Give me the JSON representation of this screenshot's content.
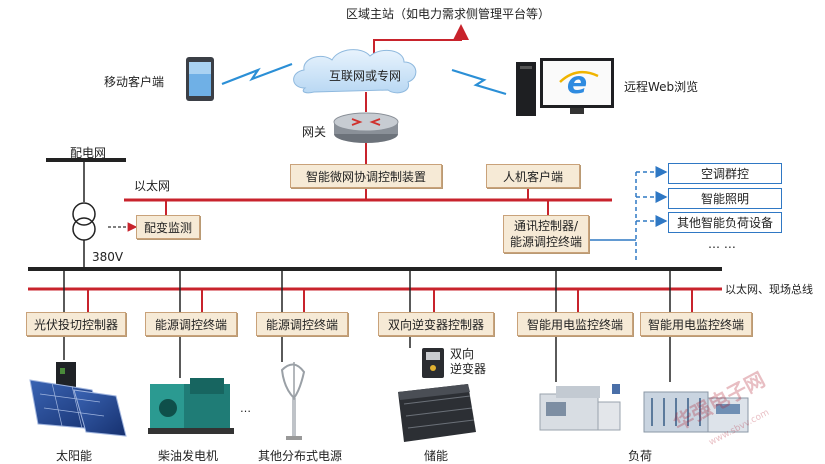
{
  "labels": {
    "region_station": "区域主站（如电力需求侧管理平台等）",
    "mobile_client": "移动客户端",
    "cloud": "互联网或专网",
    "remote_web": "远程Web浏览",
    "gateway": "网关",
    "distribution_grid": "配电网",
    "ethernet": "以太网",
    "transformer_monitor": "配变监测",
    "voltage": "380V",
    "microgrid_controller": "智能微网协调控制装置",
    "hmi_client": "人机客户端",
    "comm_controller_line1": "通讯控制器/",
    "comm_controller_line2": "能源调控终端",
    "ac_group": "空调群控",
    "smart_lighting": "智能照明",
    "other_loads": "其他智能负荷设备",
    "ellipsis": "…  …",
    "ethernet_fieldbus": "以太网、现场总线"
  },
  "controllers": [
    "光伏投切控制器",
    "能源调控终端",
    "能源调控终端",
    "双向逆变器控制器",
    "智能用电监控终端",
    "智能用电监控终端"
  ],
  "bottom_labels": {
    "solar": "太阳能",
    "diesel": "柴油发电机",
    "distributed": "其他分布式电源",
    "storage": "储能",
    "load": "负荷"
  },
  "inverter_label_line1": "双向",
  "inverter_label_line2": "逆变器",
  "diesel_ellipsis": "…",
  "watermark": "华强电子网",
  "watermark_url": "www.sbvv.com",
  "colors": {
    "bus_red": "#c8232c",
    "bus_black": "#222222",
    "box_fill": "#f6ead6",
    "box_border": "#c9a27a",
    "dash_blue": "#2f78c4",
    "wireless": "#2b8fd6"
  }
}
